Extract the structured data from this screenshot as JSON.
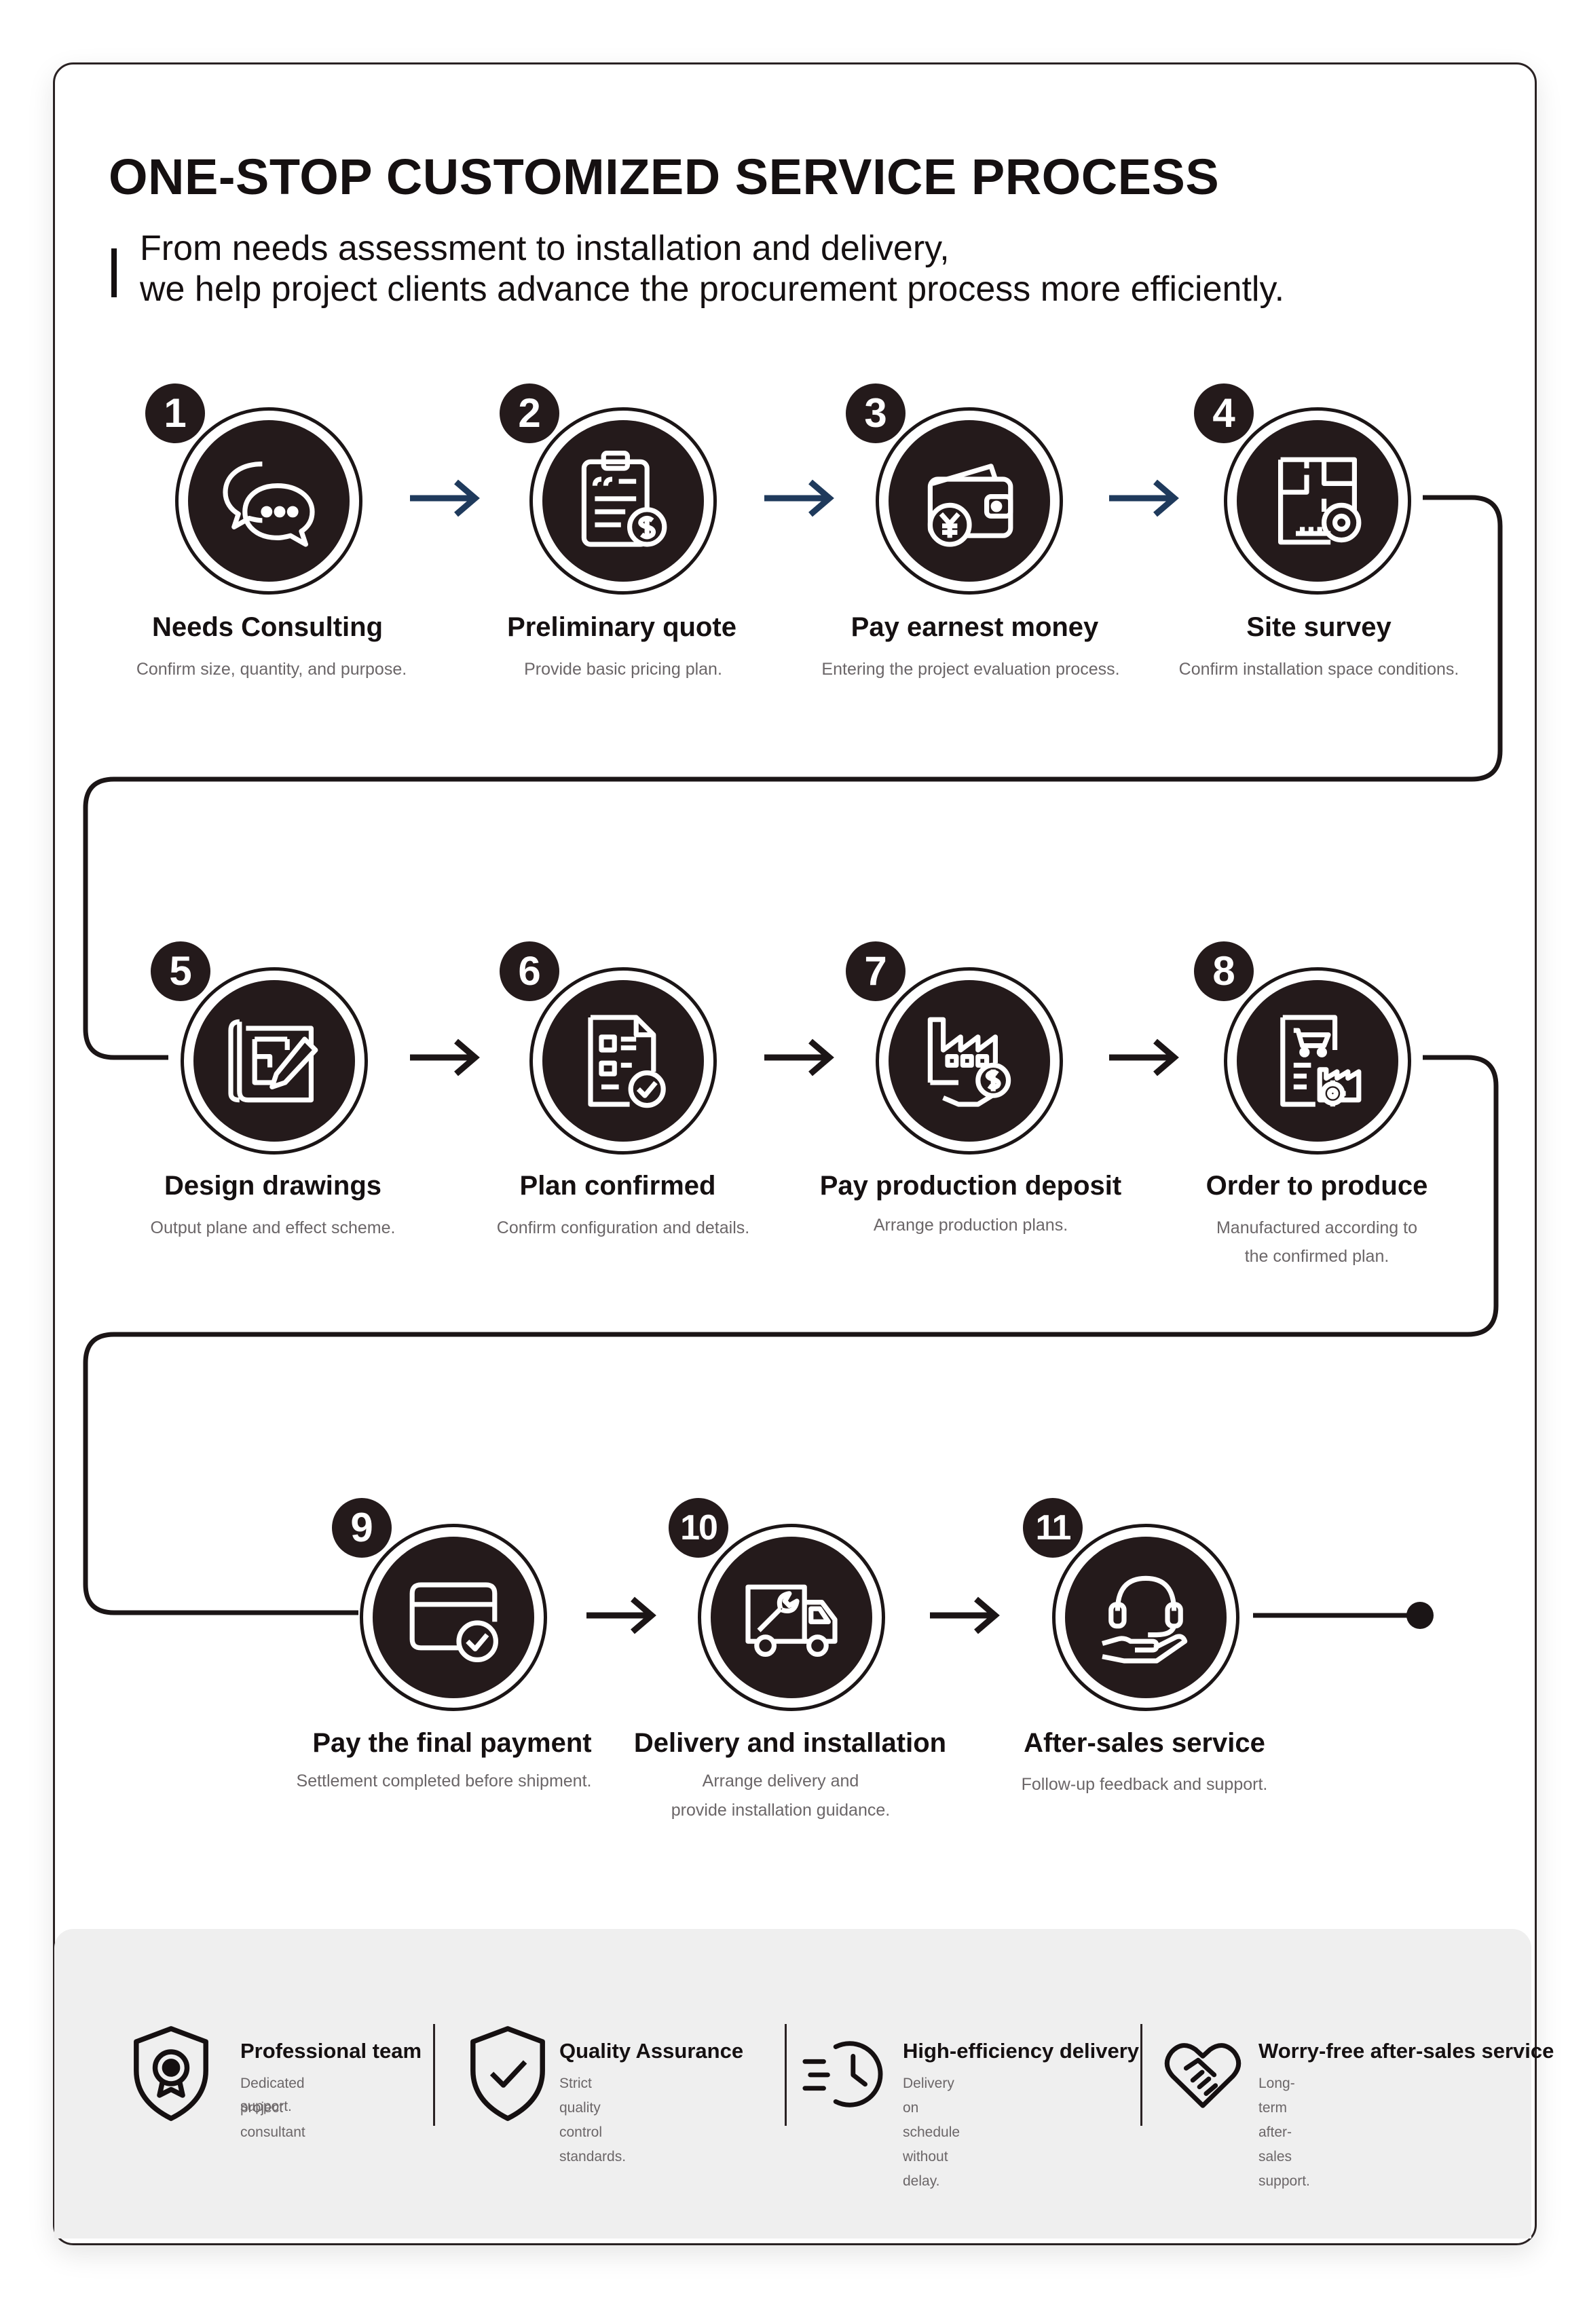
{
  "header": {
    "title": "ONE-STOP CUSTOMIZED SERVICE PROCESS",
    "subtitle_line1": "From needs assessment to installation and delivery,",
    "subtitle_line2": "we help project clients advance the procurement process more efficiently."
  },
  "steps": [
    {
      "number": "1",
      "title": "Needs Consulting",
      "desc_line1": "Confirm size, quantity, and purpose.",
      "desc_line2": "",
      "icon": "chat-bubbles-icon"
    },
    {
      "number": "2",
      "title": "Preliminary quote",
      "desc_line1": "Provide basic pricing plan.",
      "desc_line2": "",
      "icon": "clipboard-dollar-icon"
    },
    {
      "number": "3",
      "title": "Pay earnest money",
      "desc_line1": "Entering the project evaluation process.",
      "desc_line2": "",
      "icon": "wallet-yen-icon"
    },
    {
      "number": "4",
      "title": "Site survey",
      "desc_line1": "Confirm installation space conditions.",
      "desc_line2": "",
      "icon": "floorplan-tape-measure-icon"
    },
    {
      "number": "5",
      "title": "Design drawings",
      "desc_line1": "Output plane and effect scheme.",
      "desc_line2": "",
      "icon": "blueprint-pencil-icon"
    },
    {
      "number": "6",
      "title": "Plan confirmed",
      "desc_line1": "Confirm configuration and details.",
      "desc_line2": "",
      "icon": "document-check-icon"
    },
    {
      "number": "7",
      "title": "Pay production deposit",
      "desc_line1": "Arrange production plans.",
      "desc_line2": "",
      "icon": "factory-dollar-icon"
    },
    {
      "number": "8",
      "title": "Order to produce",
      "desc_line1": "Manufactured according to",
      "desc_line2": "the confirmed plan.",
      "icon": "order-factory-gear-icon"
    },
    {
      "number": "9",
      "title": "Pay the final payment",
      "desc_line1": "Settlement completed before shipment.",
      "desc_line2": "",
      "icon": "card-check-icon"
    },
    {
      "number": "10",
      "title": "Delivery and installation",
      "desc_line1": "Arrange delivery and",
      "desc_line2": "provide installation guidance.",
      "icon": "truck-wrench-icon"
    },
    {
      "number": "11",
      "title": "After-sales service",
      "desc_line1": "Follow-up feedback and support.",
      "desc_line2": "",
      "icon": "headset-hand-icon"
    }
  ],
  "features": [
    {
      "title": "Professional team",
      "desc_line1": "Dedicated project consultant",
      "desc_line2": "support.",
      "icon": "shield-badge-icon"
    },
    {
      "title": "Quality Assurance",
      "desc_line1": "Strict quality control standards.",
      "desc_line2": "",
      "icon": "shield-check-icon"
    },
    {
      "title": "High-efficiency delivery",
      "desc_line1": "Delivery on schedule without delay.",
      "desc_line2": "",
      "icon": "fast-clock-icon"
    },
    {
      "title": "Worry-free after-sales service",
      "desc_line1": "Long-term after-sales support.",
      "desc_line2": "",
      "icon": "heart-handshake-icon"
    }
  ],
  "colors": {
    "dark": "#241a1b",
    "arrow_row1": "#1f3a5c",
    "arrow_other": "#1b1516",
    "footer_bg": "#efefef"
  }
}
